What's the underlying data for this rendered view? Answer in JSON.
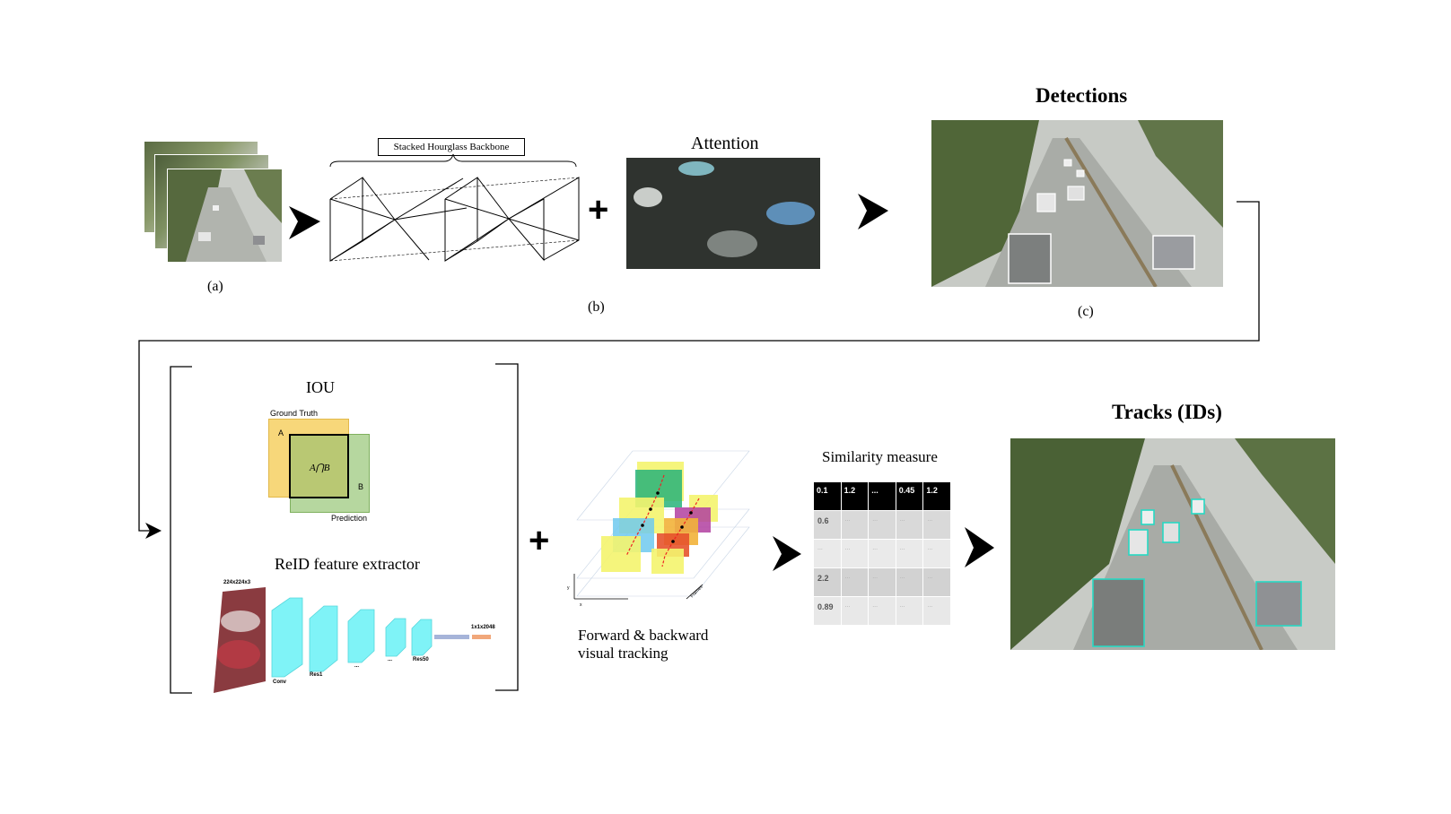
{
  "stage_a": {
    "caption": "(a)"
  },
  "stage_b": {
    "backbone_label": "Stacked Hourglass Backbone",
    "caption": "(b)",
    "attention_title": "Attention"
  },
  "stage_c": {
    "title": "Detections",
    "caption": "(c)"
  },
  "association": {
    "iou_title": "IOU",
    "iou_ground_truth": "Ground Truth",
    "iou_prediction": "Prediction",
    "iou_a": "A",
    "iou_b": "B",
    "iou_intersection": "A⋂B",
    "reid_title": "ReID feature extractor",
    "reid_input_size": "224x224x3",
    "reid_output_size": "1x1x2048",
    "reid_layers": [
      "Conv",
      "Res1",
      "...",
      "...",
      "Res50"
    ]
  },
  "tracking": {
    "caption_line1": "Forward & backward",
    "caption_line2": "visual tracking",
    "axis_y": "y",
    "axis_x": "x",
    "axis_frames": "Frames"
  },
  "similarity": {
    "title": "Similarity measure",
    "header": [
      "0.1",
      "1.2",
      "...",
      "0.45",
      "1.2"
    ],
    "rows": [
      [
        "0.6",
        "...",
        "...",
        "...",
        "..."
      ],
      [
        "...",
        "...",
        "...",
        "...",
        "..."
      ],
      [
        "2.2",
        "...",
        "...",
        "...",
        "..."
      ],
      [
        "0.89",
        "...",
        "...",
        "...",
        "..."
      ]
    ]
  },
  "output": {
    "title": "Tracks (IDs)"
  },
  "colors": {
    "arrow": "#000000",
    "iou_ground_truth": "#f7d77a",
    "iou_prediction": "#a9d08e",
    "reid_block": "#7ff3f7",
    "track_box": "#27d9c3"
  }
}
